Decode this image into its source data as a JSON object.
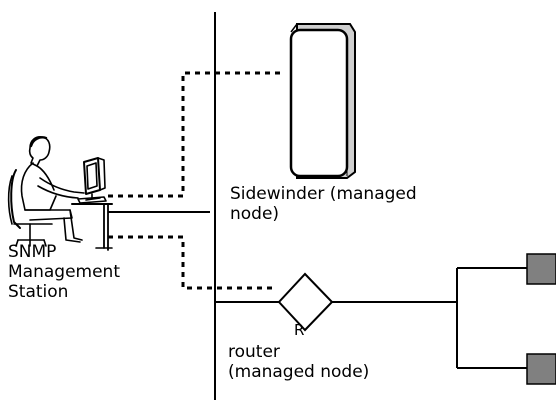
{
  "station": {
    "label": "SNMP\nManagement\nStation"
  },
  "sidewinder": {
    "label": "Sidewinder (managed\nnode)"
  },
  "router": {
    "label": "router\n(managed node)",
    "symbol": "R"
  },
  "colors": {
    "line": "#000000",
    "server_fill": "#ffffff",
    "server_shadow": "#cfcfcf",
    "endpoint_fill": "#808080"
  },
  "icons": [
    "person-at-computer-icon",
    "server-tower-icon",
    "router-diamond-icon",
    "network-endpoint-icon"
  ]
}
